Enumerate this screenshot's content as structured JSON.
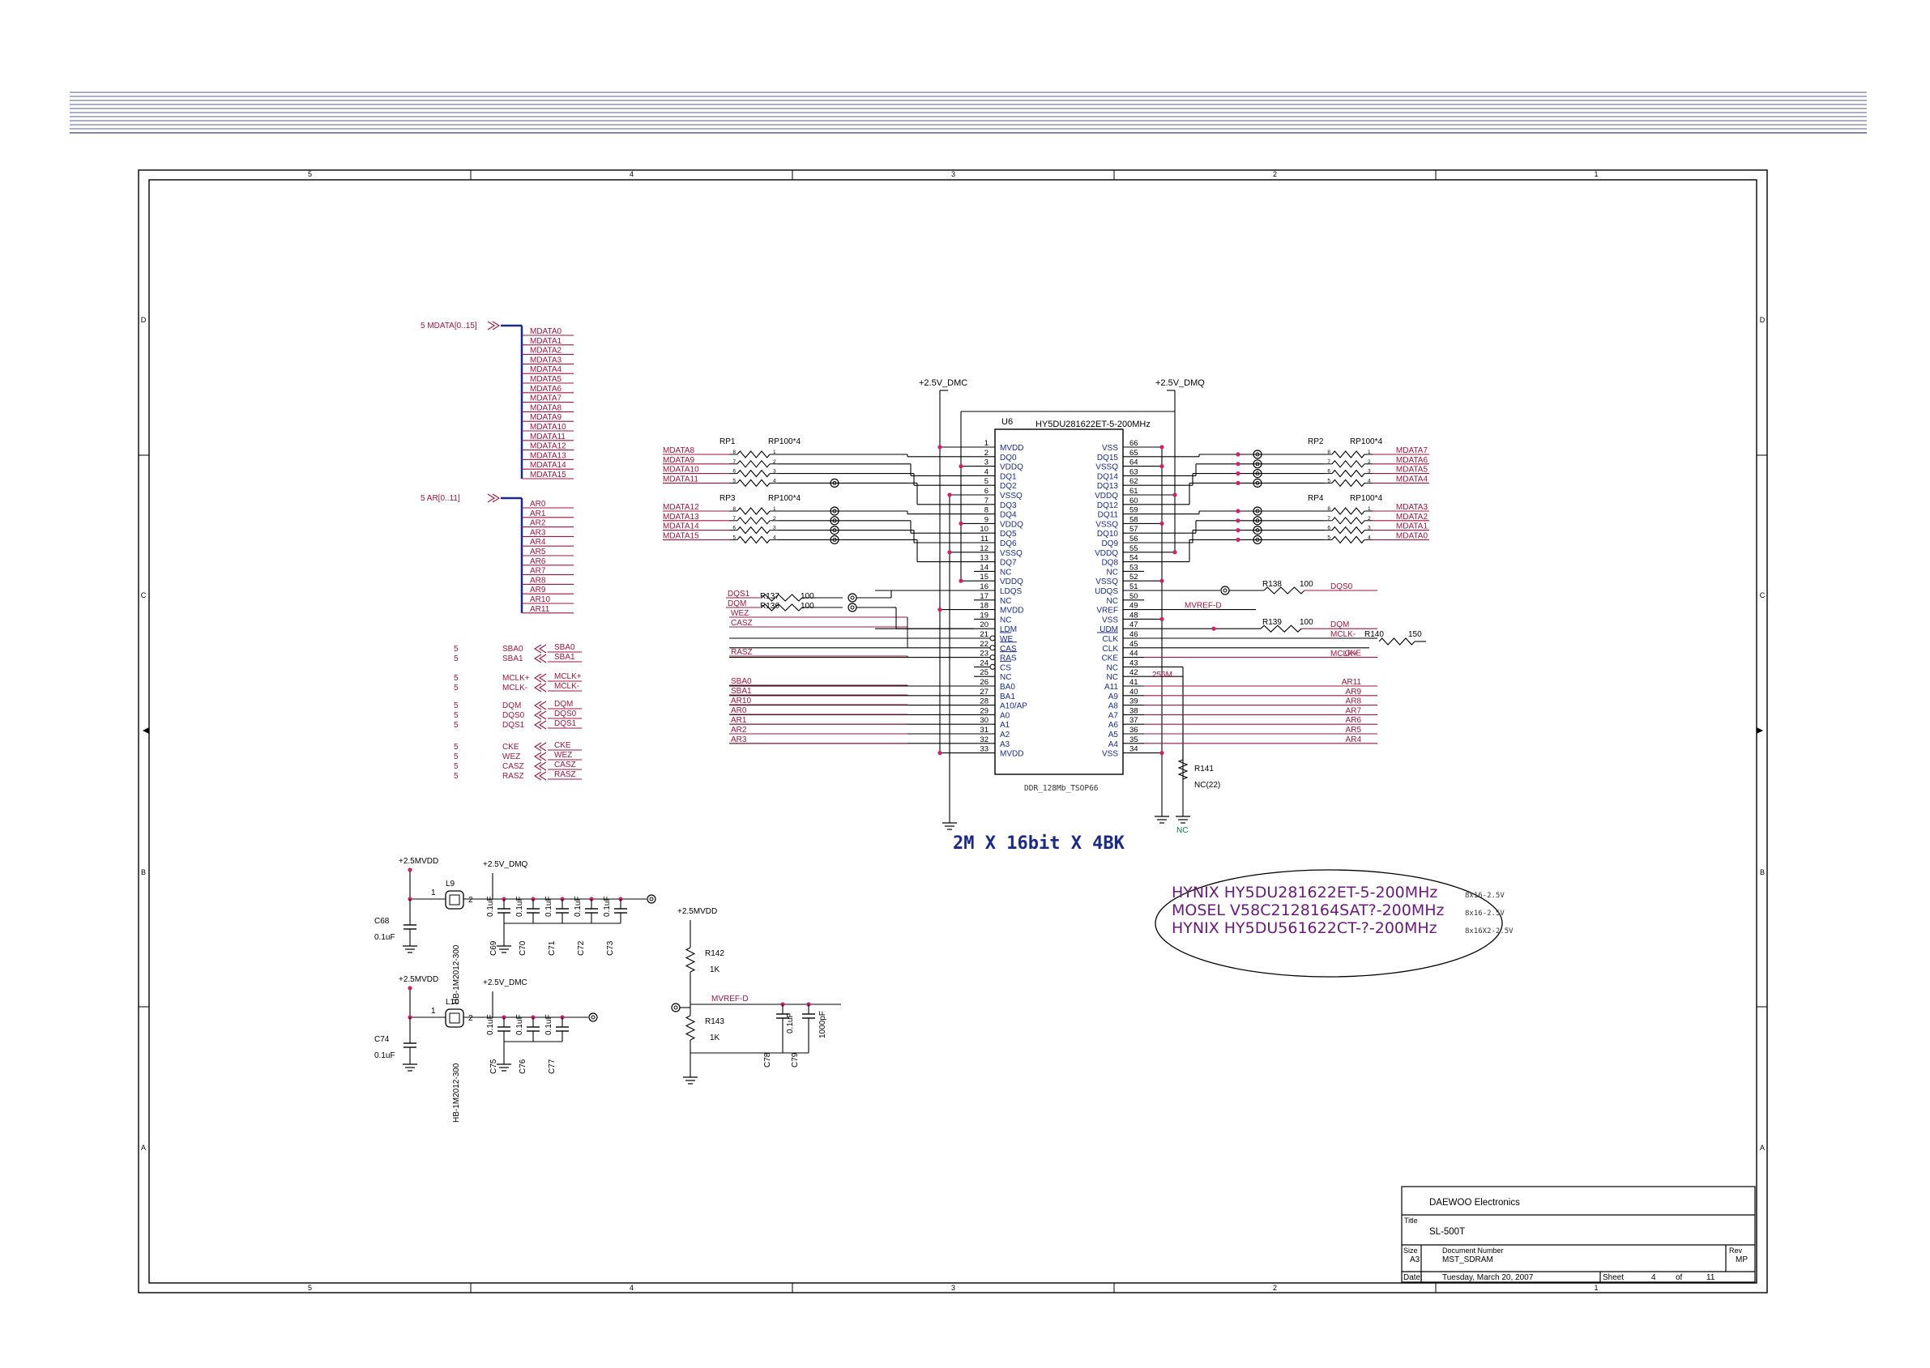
{
  "colors": {
    "wire": "#a0143c",
    "pin": "#1a2a8c",
    "frame": "#000000",
    "header_rule": "#555c8c",
    "ellipse_text": "#6a1a7a",
    "junction": "#d0206a",
    "nc_net": "#0a7a3a"
  },
  "frame": {
    "col_marks": [
      "5",
      "4",
      "3",
      "2",
      "1"
    ],
    "row_marks": [
      "D",
      "C",
      "B",
      "A"
    ]
  },
  "buses": {
    "mdata": {
      "label": "5  MDATA[0..15]",
      "lines": [
        "MDATA0",
        "MDATA1",
        "MDATA2",
        "MDATA3",
        "MDATA4",
        "MDATA5",
        "MDATA6",
        "MDATA7",
        "MDATA8",
        "MDATA9",
        "MDATA10",
        "MDATA11",
        "MDATA12",
        "MDATA13",
        "MDATA14",
        "MDATA15"
      ]
    },
    "ar": {
      "label": "5  AR[0..11]",
      "lines": [
        "AR0",
        "AR1",
        "AR2",
        "AR3",
        "AR4",
        "AR5",
        "AR6",
        "AR7",
        "AR8",
        "AR9",
        "AR10",
        "AR11"
      ]
    }
  },
  "offpage": [
    {
      "page": "5",
      "name": "SBA0",
      "net": "SBA0"
    },
    {
      "page": "5",
      "name": "SBA1",
      "net": "SBA1"
    },
    {
      "page": "5",
      "name": "MCLK+",
      "net": "MCLK+"
    },
    {
      "page": "5",
      "name": "MCLK-",
      "net": "MCLK-"
    },
    {
      "page": "5",
      "name": "DQM",
      "net": "DQM"
    },
    {
      "page": "5",
      "name": "DQS0",
      "net": "DQS0"
    },
    {
      "page": "5",
      "name": "DQS1",
      "net": "DQS1"
    },
    {
      "page": "5",
      "name": "CKE",
      "net": "CKE"
    },
    {
      "page": "5",
      "name": "WEZ",
      "net": "WEZ"
    },
    {
      "page": "5",
      "name": "CASZ",
      "net": "CASZ"
    },
    {
      "page": "5",
      "name": "RASZ",
      "net": "RASZ"
    }
  ],
  "ic": {
    "ref": "U6",
    "part": "HY5DU281622ET-5-200MHz",
    "package": "DDR_128Mb_TSOP66",
    "rail_dmc": "+2.5V_DMC",
    "rail_dmq": "+2.5V_DMQ",
    "left_pins": [
      {
        "num": "1",
        "name": "MVDD"
      },
      {
        "num": "2",
        "name": "DQ0"
      },
      {
        "num": "3",
        "name": "VDDQ"
      },
      {
        "num": "4",
        "name": "DQ1"
      },
      {
        "num": "5",
        "name": "DQ2"
      },
      {
        "num": "6",
        "name": "VSSQ"
      },
      {
        "num": "7",
        "name": "DQ3"
      },
      {
        "num": "8",
        "name": "DQ4"
      },
      {
        "num": "9",
        "name": "VDDQ"
      },
      {
        "num": "10",
        "name": "DQ5"
      },
      {
        "num": "11",
        "name": "DQ6"
      },
      {
        "num": "12",
        "name": "VSSQ"
      },
      {
        "num": "13",
        "name": "DQ7"
      },
      {
        "num": "14",
        "name": "NC"
      },
      {
        "num": "15",
        "name": "VDDQ"
      },
      {
        "num": "16",
        "name": "LDQS"
      },
      {
        "num": "17",
        "name": "NC"
      },
      {
        "num": "18",
        "name": "MVDD"
      },
      {
        "num": "19",
        "name": "NC"
      },
      {
        "num": "20",
        "name": "LDM"
      },
      {
        "num": "21",
        "name": "WE"
      },
      {
        "num": "22",
        "name": "CAS"
      },
      {
        "num": "23",
        "name": "RAS"
      },
      {
        "num": "24",
        "name": "CS"
      },
      {
        "num": "25",
        "name": "NC"
      },
      {
        "num": "26",
        "name": "BA0"
      },
      {
        "num": "27",
        "name": "BA1"
      },
      {
        "num": "28",
        "name": "A10/AP"
      },
      {
        "num": "29",
        "name": "A0"
      },
      {
        "num": "30",
        "name": "A1"
      },
      {
        "num": "31",
        "name": "A2"
      },
      {
        "num": "32",
        "name": "A3"
      },
      {
        "num": "33",
        "name": "MVDD"
      }
    ],
    "right_pins": [
      {
        "num": "66",
        "name": "VSS"
      },
      {
        "num": "65",
        "name": "DQ15"
      },
      {
        "num": "64",
        "name": "VSSQ"
      },
      {
        "num": "63",
        "name": "DQ14"
      },
      {
        "num": "62",
        "name": "DQ13"
      },
      {
        "num": "61",
        "name": "VDDQ"
      },
      {
        "num": "60",
        "name": "DQ12"
      },
      {
        "num": "59",
        "name": "DQ11"
      },
      {
        "num": "58",
        "name": "VSSQ"
      },
      {
        "num": "57",
        "name": "DQ10"
      },
      {
        "num": "56",
        "name": "DQ9"
      },
      {
        "num": "55",
        "name": "VDDQ"
      },
      {
        "num": "54",
        "name": "DQ8"
      },
      {
        "num": "53",
        "name": "NC"
      },
      {
        "num": "52",
        "name": "VSSQ"
      },
      {
        "num": "51",
        "name": "UDQS"
      },
      {
        "num": "50",
        "name": "NC"
      },
      {
        "num": "49",
        "name": "VREF"
      },
      {
        "num": "48",
        "name": "VSS"
      },
      {
        "num": "47",
        "name": "UDM"
      },
      {
        "num": "46",
        "name": "CLK"
      },
      {
        "num": "45",
        "name": "CLK"
      },
      {
        "num": "44",
        "name": "CKE"
      },
      {
        "num": "43",
        "name": "NC"
      },
      {
        "num": "42",
        "name": "NC"
      },
      {
        "num": "41",
        "name": "A11"
      },
      {
        "num": "40",
        "name": "A9"
      },
      {
        "num": "39",
        "name": "A8"
      },
      {
        "num": "38",
        "name": "A7"
      },
      {
        "num": "37",
        "name": "A6"
      },
      {
        "num": "36",
        "name": "A5"
      },
      {
        "num": "35",
        "name": "A4"
      },
      {
        "num": "34",
        "name": "VSS"
      }
    ],
    "left_nets": {
      "2": "MDATA8",
      "4": "MDATA9",
      "5": "MDATA10",
      "7": "MDATA11",
      "8": "MDATA12",
      "10": "MDATA13",
      "11": "MDATA14",
      "13": "MDATA15",
      "16": "DQS1",
      "20": "DQM",
      "21": "WEZ",
      "22": "CASZ",
      "23": "RASZ",
      "26": "SBA0",
      "27": "SBA1",
      "28": "AR10",
      "29": "AR0",
      "30": "AR1",
      "31": "AR2",
      "32": "AR3"
    },
    "right_nets": {
      "65": "MDATA7",
      "63": "MDATA6",
      "62": "MDATA5",
      "60": "MDATA4",
      "59": "MDATA3",
      "57": "MDATA2",
      "56": "MDATA1",
      "54": "MDATA0",
      "44": "CKE",
      "41": "AR11",
      "40": "AR9",
      "39": "AR8",
      "38": "AR7",
      "37": "AR6",
      "36": "AR5",
      "35": "AR4"
    },
    "note_256m": "256M",
    "nc_label": "NC"
  },
  "resistor_packs": [
    {
      "ref": "RP1",
      "value": "RP100*4"
    },
    {
      "ref": "RP3",
      "value": "RP100*4"
    },
    {
      "ref": "RP2",
      "value": "RP100*4"
    },
    {
      "ref": "RP4",
      "value": "RP100*4"
    }
  ],
  "series_resistors": [
    {
      "ref": "R137",
      "value": "100",
      "net": "DQS1"
    },
    {
      "ref": "R136",
      "value": "100",
      "net": "DQM"
    },
    {
      "ref": "R138",
      "value": "100",
      "net": "DQS0"
    },
    {
      "ref": "R139",
      "value": "100",
      "net": "DQM"
    },
    {
      "ref": "R140",
      "value": "150"
    }
  ],
  "right_side_nets": {
    "mvref": "MVREF-D",
    "mclk_neg": "MCLK-",
    "mclk_pos": "MCLK+"
  },
  "r141": {
    "ref": "R141",
    "value": "NC(22)"
  },
  "organization": "2M X 16bit X 4BK",
  "part_notes": [
    {
      "part": "HYNIX HY5DU281622ET-5-200MHz",
      "org": "8x16-2.5V"
    },
    {
      "part": "MOSEL V58C2128164SAT?-200MHz",
      "org": "8x16-2.5V"
    },
    {
      "part": "HYNIX HY5DU561622CT-?-200MHz",
      "org": "8x16X2-2.5V"
    }
  ],
  "filter1": {
    "vin": "+2.5MVDD",
    "vout": "+2.5V_DMQ",
    "inductor": "L9",
    "inductor_part": "HB-1M2012-300",
    "cin": {
      "ref": "C68",
      "value": "0.1uF"
    },
    "caps": [
      {
        "ref": "C69",
        "value": "0.1uF"
      },
      {
        "ref": "C70",
        "value": "0.1uF"
      },
      {
        "ref": "C71",
        "value": "0.1uF"
      },
      {
        "ref": "C72",
        "value": "0.1uF"
      },
      {
        "ref": "C73",
        "value": "0.1uF"
      }
    ]
  },
  "filter2": {
    "vin": "+2.5MVDD",
    "vout": "+2.5V_DMC",
    "inductor": "L10",
    "inductor_part": "HB-1M2012-300",
    "cin": {
      "ref": "C74",
      "value": "0.1uF"
    },
    "caps": [
      {
        "ref": "C75",
        "value": "0.1uF"
      },
      {
        "ref": "C76",
        "value": "0.1uF"
      },
      {
        "ref": "C77",
        "value": "0.1uF"
      }
    ]
  },
  "vref_divider": {
    "vin": "+2.5MVDD",
    "net": "MVREF-D",
    "r_top": {
      "ref": "R142",
      "value": "1K"
    },
    "r_bot": {
      "ref": "R143",
      "value": "1K"
    },
    "c1": {
      "ref": "C78",
      "value": "0.1uF"
    },
    "c2": {
      "ref": "C79",
      "value": "1000pF"
    }
  },
  "title_block": {
    "company": "DAEWOO Electronics",
    "title_label": "Title",
    "title": "SL-500T",
    "size_label": "Size",
    "size": "A3",
    "doc_label": "Document Number",
    "doc": "MST_SDRAM",
    "rev_label": "Rev",
    "rev": "MP",
    "date_label": "Date:",
    "date": "Tuesday, March 20, 2007",
    "sheet_label": "Sheet",
    "sheet": "4",
    "of_label": "of",
    "total": "11"
  }
}
